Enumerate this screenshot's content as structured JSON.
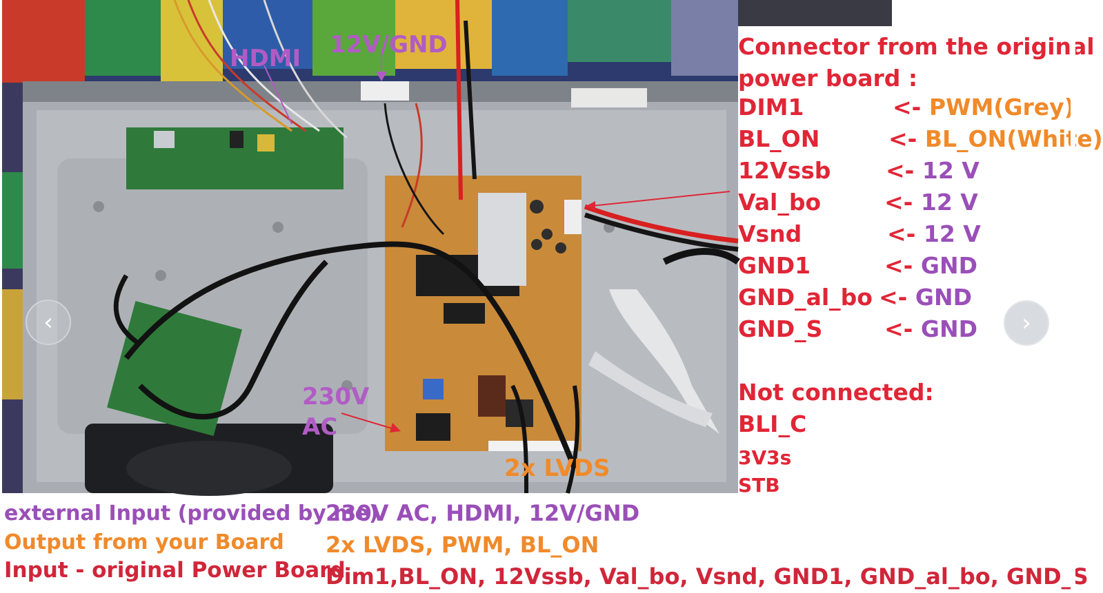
{
  "photo_labels": {
    "hdmi": "HDMI",
    "power_12v": "12V/GND",
    "ac_line1": "230V",
    "ac_line2": "AC",
    "lvds": "2x LVDS"
  },
  "connector_panel": {
    "heading_line1": "Connector from the original",
    "heading_line2": "power board :",
    "pins": [
      {
        "name": "DIM1",
        "arrow": "<-",
        "value": "PWM(Grey)",
        "color": "orange"
      },
      {
        "name": "BL_ON",
        "arrow": "<-",
        "value": "BL_ON(White)",
        "color": "orange"
      },
      {
        "name": "12Vssb",
        "arrow": "<-",
        "value": "12 V",
        "color": "purple"
      },
      {
        "name": "Val_bo",
        "arrow": "<-",
        "value": "12 V",
        "color": "purple"
      },
      {
        "name": "Vsnd",
        "arrow": "<-",
        "value": "12 V",
        "color": "purple"
      },
      {
        "name": "GND1",
        "arrow": "<-",
        "value": "GND",
        "color": "purple"
      },
      {
        "name": "GND_al_bo",
        "arrow": "<-",
        "value": "GND",
        "color": "purple"
      },
      {
        "name": "GND_S",
        "arrow": "<-",
        "value": "GND",
        "color": "purple"
      }
    ],
    "not_connected_heading": "Not connected:",
    "not_connected": [
      "BLI_C",
      "3V3s",
      "STB"
    ]
  },
  "legend": {
    "rows": [
      {
        "label": "external Input (provided by me)",
        "value": "230V AC, HDMI, 12V/GND",
        "color": "purple"
      },
      {
        "label": "Output from your Board",
        "value": "2x LVDS, PWM, BL_ON",
        "color": "orange"
      },
      {
        "label": "Input - original Power Board",
        "value": "Dim1,BL_ON, 12Vssb, Val_bo, Vsnd, GND1, GND_al_bo, GND_S",
        "color": "red"
      }
    ]
  },
  "navigation": {
    "prev_glyph": "‹",
    "next_glyph": "›"
  },
  "colors": {
    "red": "#e02636",
    "orange": "#f08a2a",
    "purple": "#9a4fb8",
    "board_pcb": "#c98a3a",
    "green_pcb": "#2f7a3a"
  }
}
